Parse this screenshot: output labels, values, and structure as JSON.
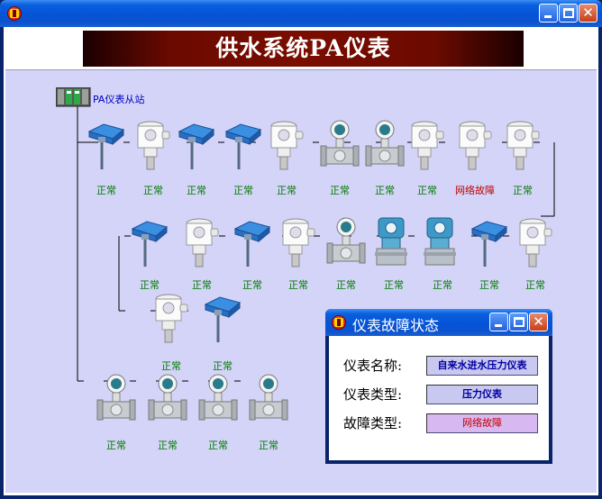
{
  "window": {
    "title": ""
  },
  "header": {
    "title": "供水系统PA仪表"
  },
  "slave": {
    "label": "PA仪表从站"
  },
  "devices": [
    {
      "type": "temperature",
      "status": "正常"
    },
    {
      "type": "pressure",
      "status": "正常"
    },
    {
      "type": "temperature",
      "status": "正常"
    },
    {
      "type": "temperature",
      "status": "正常"
    },
    {
      "type": "pressure",
      "status": "正常"
    },
    {
      "type": "flow",
      "status": "正常"
    },
    {
      "type": "flow",
      "status": "正常"
    },
    {
      "type": "pressure",
      "status": "正常"
    },
    {
      "type": "pressure",
      "status": "网络故障"
    },
    {
      "type": "pressure",
      "status": "正常"
    },
    {
      "type": "temperature",
      "status": "正常"
    },
    {
      "type": "pressure",
      "status": "正常"
    },
    {
      "type": "temperature",
      "status": "正常"
    },
    {
      "type": "pressure",
      "status": "正常"
    },
    {
      "type": "flow",
      "status": "正常"
    },
    {
      "type": "transmitter",
      "status": "正常"
    },
    {
      "type": "transmitter",
      "status": "正常"
    },
    {
      "type": "temperature",
      "status": "正常"
    },
    {
      "type": "pressure",
      "status": "正常"
    },
    {
      "type": "pressure",
      "status": "正常"
    },
    {
      "type": "temperature",
      "status": "正常"
    },
    {
      "type": "flow",
      "status": "正常"
    },
    {
      "type": "flow",
      "status": "正常"
    },
    {
      "type": "flow",
      "status": "正常"
    },
    {
      "type": "flow",
      "status": "正常"
    }
  ],
  "popup": {
    "title": "仪表故障状态",
    "name_label": "仪表名称:",
    "name_value": "自来水进水压力仪表",
    "type_label": "仪表类型:",
    "type_value": "压力仪表",
    "fault_label": "故障类型:",
    "fault_value": "网络故障"
  },
  "colors": {
    "normal": "#007a00",
    "fault": "#c00000",
    "canvas": "#d4d4f8"
  }
}
